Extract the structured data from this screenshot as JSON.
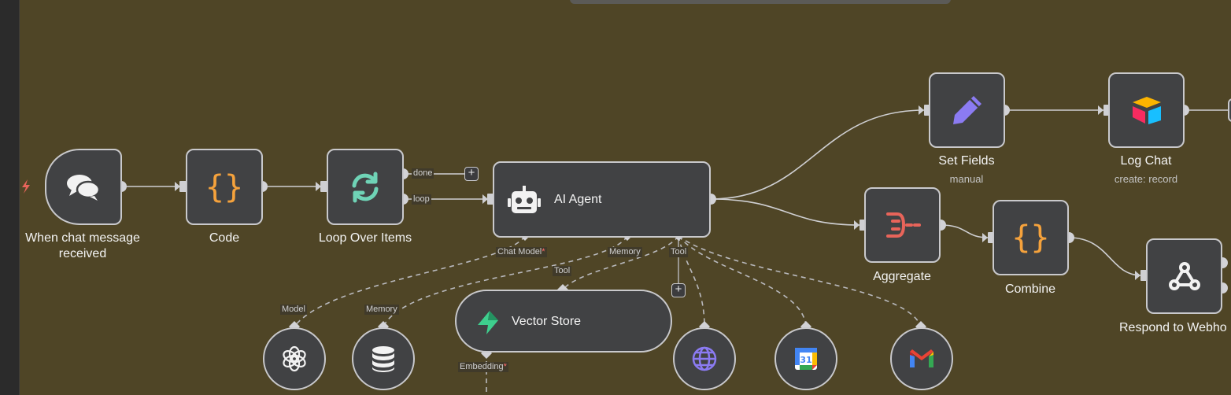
{
  "nodes": {
    "chat_trigger": {
      "label": "When chat message received"
    },
    "code": {
      "label": "Code"
    },
    "loop": {
      "label": "Loop Over Items",
      "out_done": "done",
      "out_loop": "loop"
    },
    "agent": {
      "label": "AI Agent",
      "port_chat_model": "Chat Model",
      "port_memory": "Memory",
      "port_tool": "Tool"
    },
    "set_fields": {
      "label": "Set Fields",
      "subtitle": "manual"
    },
    "log_chat": {
      "label": "Log Chat",
      "subtitle": "create: record"
    },
    "aggregate": {
      "label": "Aggregate"
    },
    "combine": {
      "label": "Combine"
    },
    "respond": {
      "label": "Respond to Webho"
    },
    "openai": {
      "port": "Model"
    },
    "memory_db": {
      "port": "Memory"
    },
    "vector_store": {
      "label": "Vector Store",
      "port_tool": "Tool",
      "port_embedding": "Embedding"
    }
  },
  "colors": {
    "canvas": "#4f4526",
    "node_bg": "#414244",
    "node_border": "#c9c9cc",
    "code_orange": "#f5a23c",
    "loop_teal": "#6fd3b6",
    "pencil_purple": "#8b7bf2",
    "aggregate_red": "#e8645a",
    "vector_green": "#3ecf8e"
  },
  "icons": {
    "chat_trigger": "chat-bubbles-icon",
    "code": "curly-braces-icon",
    "loop": "refresh-icon",
    "agent": "robot-icon",
    "set_fields": "pencil-icon",
    "log_chat": "airtable-icon",
    "aggregate": "aggregate-icon",
    "combine": "curly-braces-icon",
    "respond": "webhook-icon",
    "openai": "openai-icon",
    "memory_db": "database-icon",
    "vector_store": "supabase-icon",
    "http": "globe-icon",
    "calendar": "google-calendar-icon",
    "gmail": "gmail-icon"
  }
}
